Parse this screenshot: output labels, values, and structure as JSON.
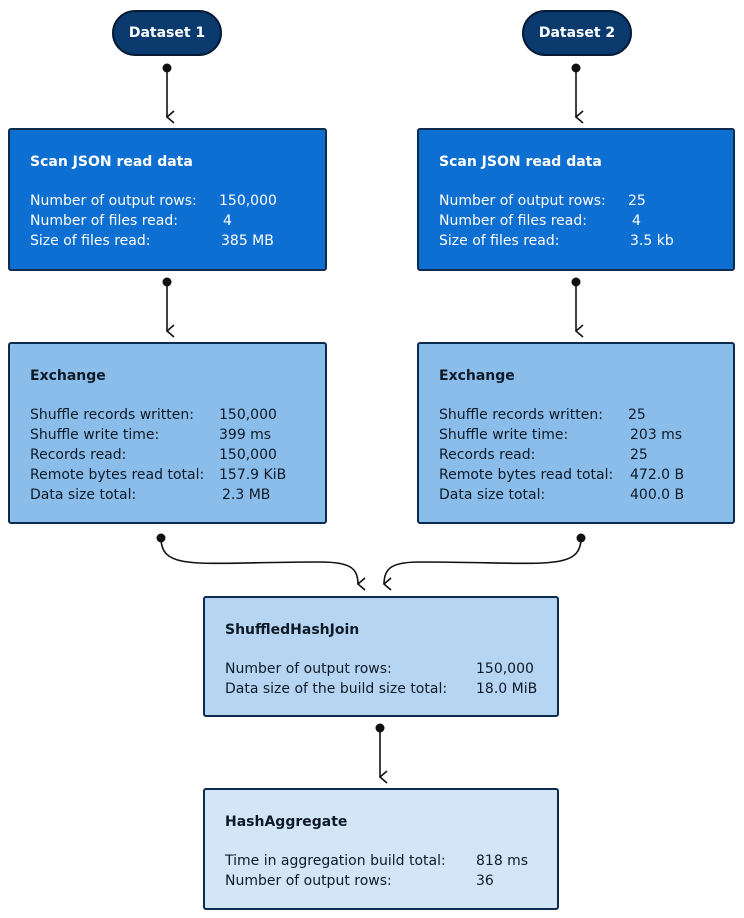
{
  "datasets": [
    {
      "label": "Dataset 1"
    },
    {
      "label": "Dataset 2"
    }
  ],
  "scans": [
    {
      "title": "Scan JSON read data",
      "rows": [
        {
          "label": "Number of output rows:",
          "value": "150,000"
        },
        {
          "label": "Number of files read:",
          "value": "4"
        },
        {
          "label": "Size of files read:",
          "value": "385 MB"
        }
      ]
    },
    {
      "title": "Scan JSON read data",
      "rows": [
        {
          "label": "Number of output rows:",
          "value": "25"
        },
        {
          "label": "Number of files read:",
          "value": "4"
        },
        {
          "label": "Size of files read:",
          "value": "3.5 kb"
        }
      ]
    }
  ],
  "exchanges": [
    {
      "title": "Exchange",
      "rows": [
        {
          "label": "Shuffle records written:",
          "value": "150,000"
        },
        {
          "label": "Shuffle write time:",
          "value": "399 ms"
        },
        {
          "label": "Records read:",
          "value": "150,000"
        },
        {
          "label": "Remote bytes read total:",
          "value": "157.9 KiB"
        },
        {
          "label": "Data size total:",
          "value": "2.3 MB"
        }
      ]
    },
    {
      "title": "Exchange",
      "rows": [
        {
          "label": "Shuffle records written:",
          "value": "25"
        },
        {
          "label": "Shuffle write time:",
          "value": "203 ms"
        },
        {
          "label": "Records read:",
          "value": "25"
        },
        {
          "label": "Remote bytes read total:",
          "value": "472.0 B"
        },
        {
          "label": "Data size total:",
          "value": "400.0 B"
        }
      ]
    }
  ],
  "join": {
    "title": "ShuffledHashJoin",
    "rows": [
      {
        "label": "Number of output rows:",
        "value": "150,000"
      },
      {
        "label": "Data size of the build size total:",
        "value": "18.0 MiB"
      }
    ]
  },
  "aggregate": {
    "title": "HashAggregate",
    "rows": [
      {
        "label": "Time in aggregation build total:",
        "value": "818 ms"
      },
      {
        "label": "Number of output rows:",
        "value": "36"
      }
    ]
  },
  "colors": {
    "start": "#0b3a6e",
    "scan": "#0d6fd1",
    "exchange": "#8bbdeb",
    "join": "#b5d5f3",
    "aggregate": "#d3e6f8",
    "connector": "#111111"
  }
}
